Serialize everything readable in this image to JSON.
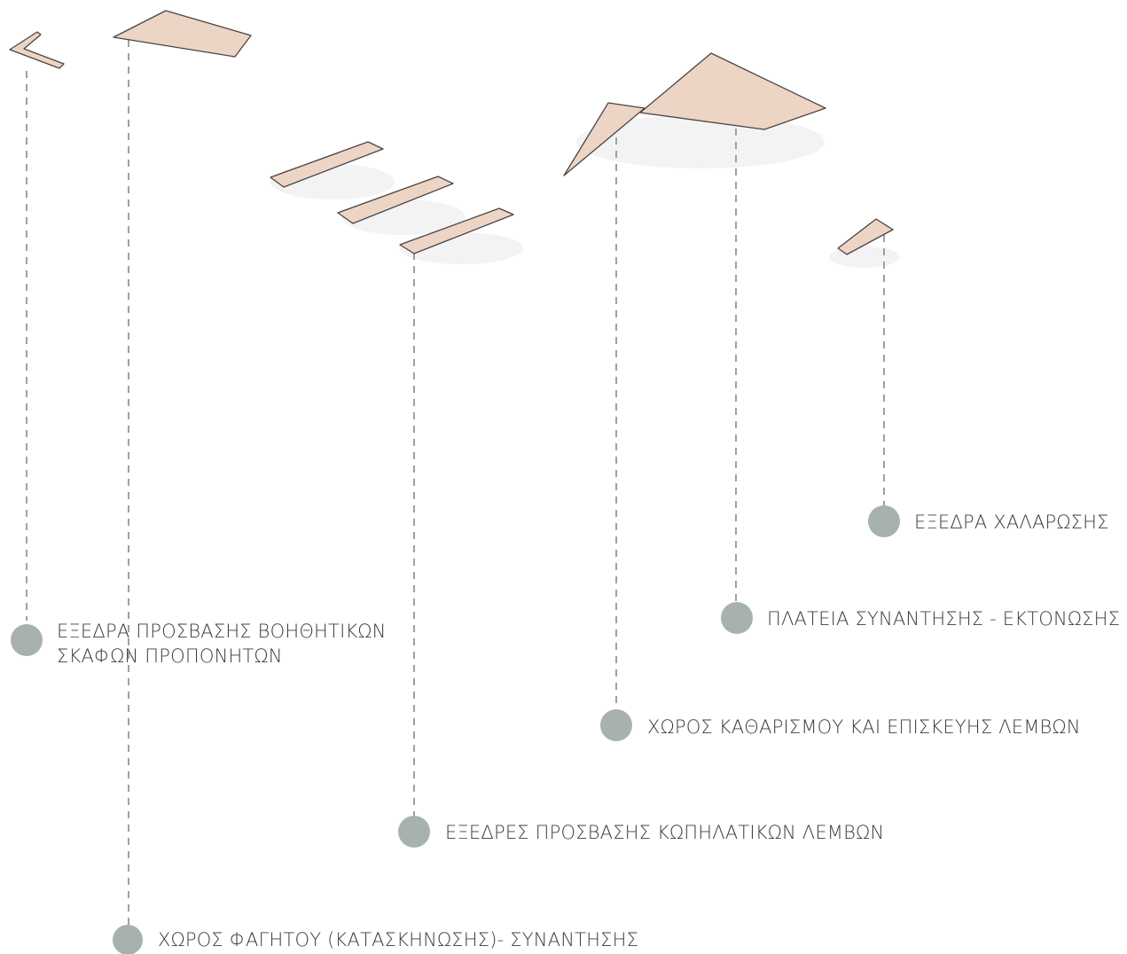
{
  "labels": {
    "exedra_voithitikon_line1": "ΕΞΕΔΡΑ ΠΡΟΣΒΑΣΗΣ ΒΟΗΘΗΤΙΚΩΝ",
    "exedra_voithitikon_line2": "ΣΚΑΦΩΝ ΠΡΟΠΟΝΗΤΩΝ",
    "choros_fagitou": "ΧΩΡΟΣ ΦΑΓΗΤΟΥ (ΚΑΤΑΣΚΗΝΩΣΗΣ)- ΣΥΝΑΝΤΗΣΗΣ",
    "exedres_kopilatikon": "ΕΞΕΔΡΕΣ ΠΡΟΣΒΑΣΗΣ ΚΩΠΗΛΑΤΙΚΩΝ ΛΕΜΒΩΝ",
    "choros_katharismou": "ΧΩΡΟΣ ΚΑΘΑΡΙΣΜΟΥ ΚΑΙ ΕΠΙΣΚΕΥΗΣ ΛΕΜΒΩΝ",
    "plateia_synantisis": "ΠΛΑΤΕΙΑ ΣΥΝΑΝΤΗΣΗΣ - ΕΚΤΟΝΩΣΗΣ",
    "exedra_chalarosis": "ΕΞΕΔΡΑ ΧΑΛΑΡΩΣΗΣ"
  },
  "colors": {
    "slab_fill": "#edd5c6",
    "slab_outline": "#4b4543",
    "leader_line": "#9aa39f",
    "marker": "#a7b1ad",
    "label_text": "#3c3c3c"
  }
}
